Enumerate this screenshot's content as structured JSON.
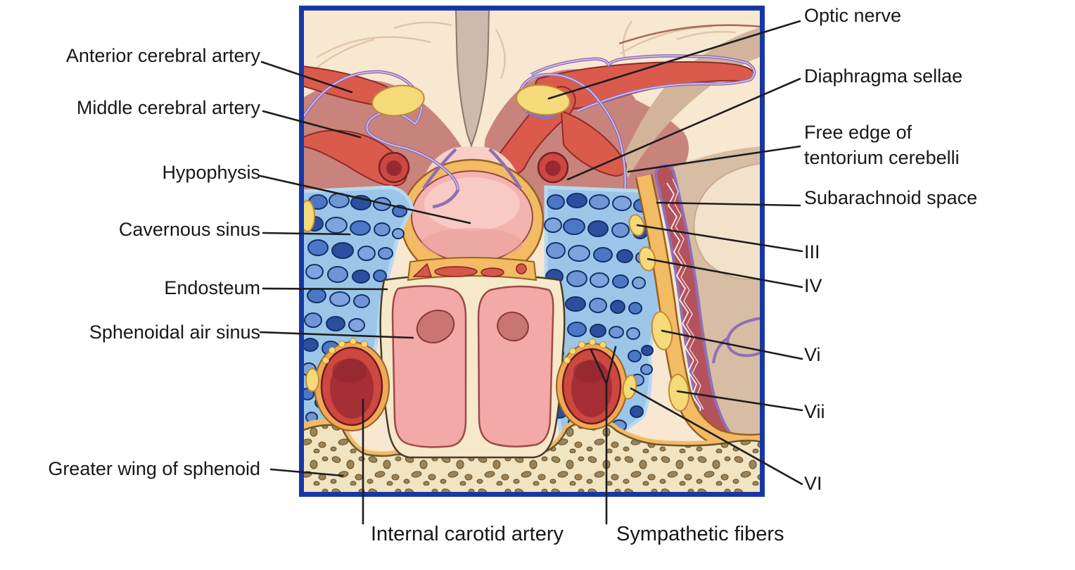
{
  "figure": {
    "kind": "anatomical-diagram",
    "labels": {
      "left": [
        {
          "id": "anterior-cerebral-artery",
          "text": "Anterior cerebral artery"
        },
        {
          "id": "middle-cerebral-artery",
          "text": "Middle cerebral artery"
        },
        {
          "id": "hypophysis",
          "text": "Hypophysis"
        },
        {
          "id": "cavernous-sinus",
          "text": "Cavernous sinus"
        },
        {
          "id": "endosteum",
          "text": "Endosteum"
        },
        {
          "id": "sphenoidal-air-sinus",
          "text": "Sphenoidal air sinus"
        },
        {
          "id": "greater-wing-of-sphenoid",
          "text": "Greater wing of sphenoid"
        }
      ],
      "right": [
        {
          "id": "optic-nerve",
          "text": "Optic nerve"
        },
        {
          "id": "diaphragma-sellae",
          "text": "Diaphragma sellae"
        },
        {
          "id": "free-edge-of-tentorium-cerebelli",
          "text": "Free edge of tentorium cerebelli"
        },
        {
          "id": "subarachnoid-space",
          "text": "Subarachnoid space"
        },
        {
          "id": "nerve-iii",
          "text": "III"
        },
        {
          "id": "nerve-iv",
          "text": "IV"
        },
        {
          "id": "nerve-v1",
          "text": "Vi"
        },
        {
          "id": "nerve-v2",
          "text": "Vii"
        },
        {
          "id": "nerve-vi",
          "text": "VI"
        }
      ],
      "bottom": [
        {
          "id": "internal-carotid-artery",
          "text": "Internal carotid artery"
        },
        {
          "id": "sympathetic-fibers",
          "text": "Sympathetic fibers"
        }
      ]
    },
    "colors": {
      "frame_border": "#1638a6",
      "background_cream": "#f8e7d1",
      "artery_red": "#da5b4c",
      "venous_sinus_blue": "#3a62b4",
      "nerve_yellow": "#f5da7a",
      "dura_orange": "#f2bb64",
      "membrane_purple": "#8f70b6",
      "pituitary_pink": "#f3b3ae",
      "bone_cream": "#f1e4c1",
      "label_text": "#171717"
    }
  }
}
